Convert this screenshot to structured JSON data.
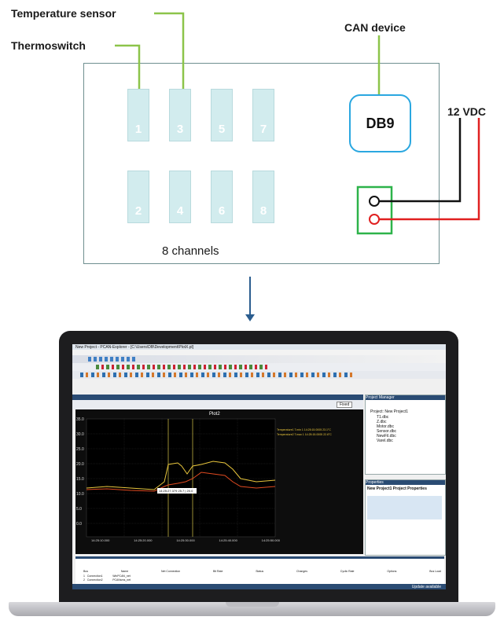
{
  "labels": {
    "temperature_sensor": "Temperature sensor",
    "thermoswitch": "Thermoswitch",
    "can_device": "CAN device",
    "db9": "DB9",
    "vdc": "12 VDC",
    "channels": "8 channels"
  },
  "channels_top": [
    "1",
    "3",
    "5",
    "7"
  ],
  "channels_bottom": [
    "2",
    "4",
    "6",
    "8"
  ],
  "colors": {
    "sensor_lead": "#8cc44a",
    "db9_border": "#2aa7e0",
    "terminal_box": "#2db34a",
    "wire_black": "#111111",
    "wire_red": "#e02020",
    "arrow": "#2b5d8f"
  },
  "screen": {
    "title_bar": "New Project - PCAN-Explorer - [C:\\Users\\DB\\Development\\PlotX.pl]",
    "plot_title": "Plot2",
    "dropdown": "Fixed",
    "ymax_vals": [
      "35.0",
      "30.0",
      "25.0",
      "20.0",
      "15.0",
      "10.0",
      "5.0",
      "0.0"
    ],
    "x_ticks": [
      "14:25:10.000",
      "14:25:20.000",
      "14:25:30.000",
      "14:25:40.000",
      "14:25:50.000"
    ],
    "readout": "14:25:27.379  25.7 | 20.0",
    "legend": [
      "Temperature1 T.min 1 14:25:15.0005  23.1°C",
      "Temperature2 T.max 1 14:25:15.0005  22.6°C"
    ],
    "project_header": "Project Manager",
    "project_items": [
      "Project: New Project1",
      "T1.dbc",
      "Z.dbc",
      "Motor.dbc",
      "Sensor.dbc",
      "NewFil.dbc",
      "Varel.dbc"
    ],
    "properties_header": "Properties",
    "properties_row": "New Project1  Project Properties",
    "bottom_cols": [
      "Bus",
      "Name",
      "Net Connection",
      "Bit Rate",
      "Status",
      "Changes",
      "Cyclic Rate",
      "Options",
      "Bus Load"
    ],
    "bottom_rows": [
      [
        "1",
        "Connection1",
        "WinPCAN_net"
      ],
      [
        "2",
        "Connection2",
        "PCANsms_net"
      ]
    ],
    "status": "Update available"
  }
}
